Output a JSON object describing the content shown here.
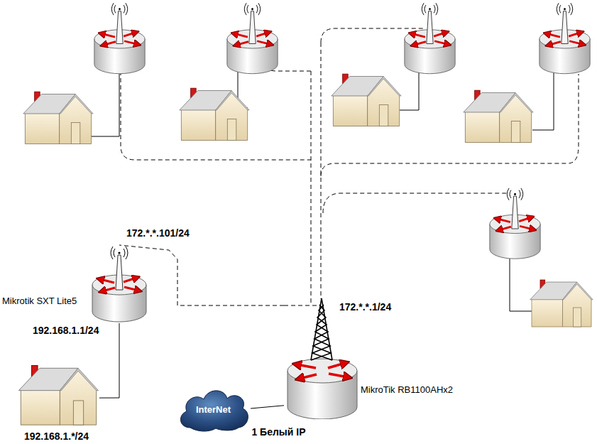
{
  "diagram": {
    "nodes": [
      {
        "text": [
          "InterNet"
        ]
      },
      {
        "text": [
          "MikroTik RB1100AHx2"
        ]
      },
      {
        "text": [
          "Mikrotik SXT Lite5",
          "192.168.1.1/24"
        ]
      },
      {
        "text": [
          "192.168.1.*/24"
        ]
      }
    ],
    "edges": [
      {
        "from": 0,
        "to": 1,
        "arrow": "none",
        "label": "1 Белый IP"
      },
      {
        "from": 1,
        "to": 2,
        "arrow": "none"
      },
      {
        "from": 2,
        "to": 3,
        "arrow": "none"
      }
    ],
    "labels": [
      "172.*.*.101/24",
      "172.*.*.1/24"
    ]
  }
}
